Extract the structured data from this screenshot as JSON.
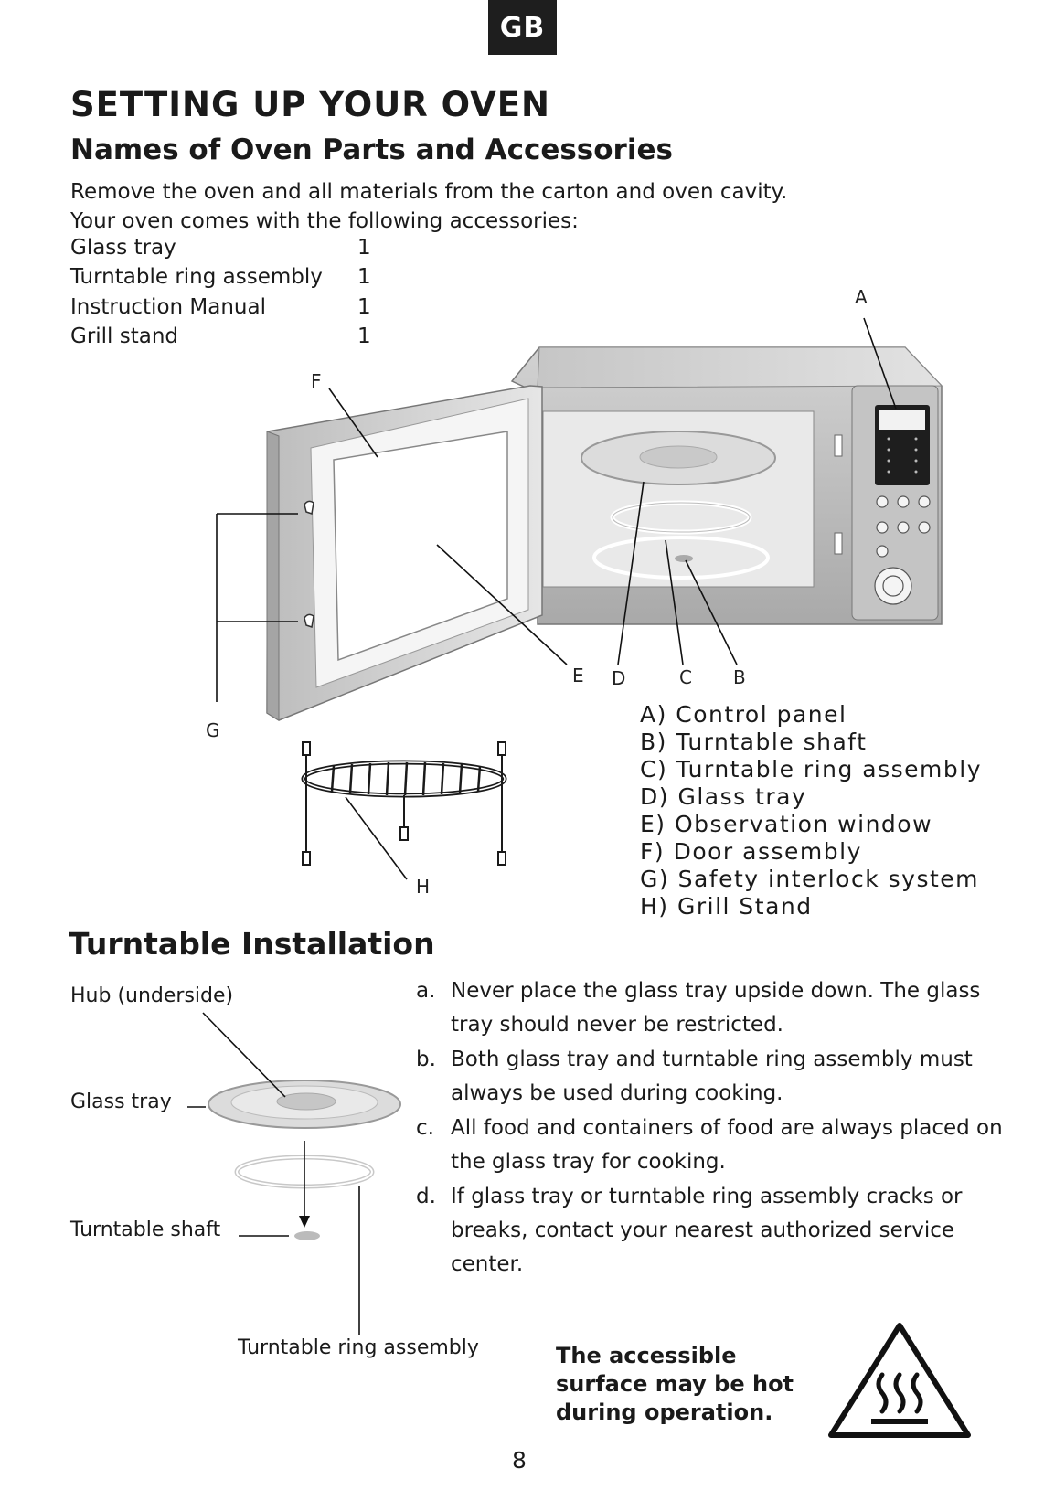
{
  "header": {
    "lang_tab": "GB"
  },
  "title": "SETTING UP YOUR OVEN",
  "subtitle": "Names of Oven Parts and Accessories",
  "intro": {
    "line1": "Remove the oven and all materials from the carton and oven cavity.",
    "line2": "Your oven comes with the following accessories:"
  },
  "accessories": [
    {
      "name": "Glass tray",
      "qty": "1"
    },
    {
      "name": "Turntable ring assembly",
      "qty": "1"
    },
    {
      "name": "Instruction Manual",
      "qty": "1"
    },
    {
      "name": "Grill stand",
      "qty": "1"
    }
  ],
  "diagram_labels": {
    "A": "A",
    "B": "B",
    "C": "C",
    "D": "D",
    "E": "E",
    "F": "F",
    "G": "G",
    "H": "H"
  },
  "parts": [
    "A) Control panel",
    "B) Turntable shaft",
    "C) Turntable ring assembly",
    "D) Glass tray",
    "E) Observation window",
    "F) Door assembly",
    "G) Safety interlock system",
    "H)  Grill Stand"
  ],
  "turntable": {
    "heading": "Turntable Installation",
    "labels": {
      "hub": "Hub (underside)",
      "glass_tray": "Glass tray",
      "shaft": "Turntable shaft",
      "ring": "Turntable ring assembly"
    },
    "steps": [
      {
        "letter": "a.",
        "text": "Never place the glass tray  upside down. The glass tray should never be restricted."
      },
      {
        "letter": "b.",
        "text": "Both glass tray and turntable ring assembly must always be used during cooking."
      },
      {
        "letter": "c.",
        "text": "All food and containers of food are always placed on the glass tray for cooking."
      },
      {
        "letter": "d.",
        "text": "If glass tray or turntable ring assembly cracks or breaks, contact your nearest authorized service center."
      }
    ]
  },
  "warning": "The accessible surface may be hot during operation.",
  "page_number": "8",
  "icons": {
    "hot_surface": "hot-surface-warning-icon"
  }
}
